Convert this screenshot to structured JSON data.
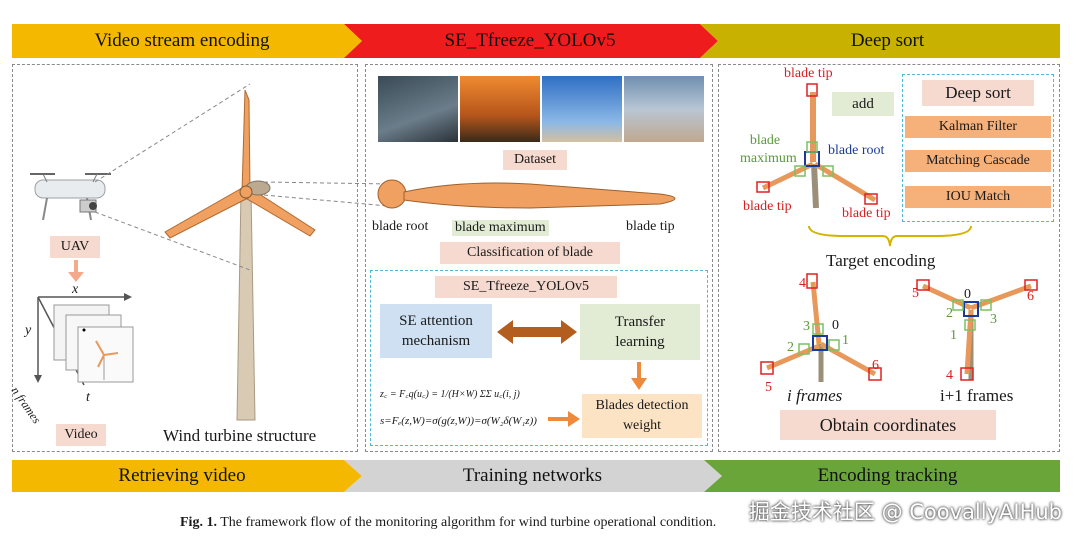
{
  "top_banners": {
    "video_stream_encoding": "Video stream encoding",
    "se_tfreeze_yolov5": "SE_Tfreeze_YOLOv5",
    "deep_sort": "Deep sort"
  },
  "bottom_banners": {
    "retrieving_video": "Retrieving video",
    "training_networks": "Training networks",
    "encoding_tracking": "Encoding tracking"
  },
  "left_panel": {
    "uav": "UAV",
    "axis_x": "x",
    "axis_y": "y",
    "axis_t": "t",
    "n_frames": "n frames",
    "video": "Video",
    "wind_turbine_structure": "Wind turbine structure"
  },
  "middle_panel": {
    "dataset": "Dataset",
    "blade_root": "blade root",
    "blade_maximum": "blade maximum",
    "blade_tip": "blade tip",
    "classification_of_blade": "Classification of blade",
    "model_title": "SE_Tfreeze_YOLOv5",
    "se_attention": "SE attention mechanism",
    "transfer_learning": "Transfer learning",
    "blades_detection_weight": "Blades detection weight",
    "formula_1": "z꜀ = F꜀q(u꜀) = 1/(H×W) ΣΣ u꜀(i, j)",
    "formula_2": "s=Fₑ(z,W)=σ(g(z,W))=σ(W₂δ(W₁z))"
  },
  "right_panel": {
    "blade_tip": "blade tip",
    "blade_maximum": "blade maximum",
    "blade_root": "blade root",
    "add": "add",
    "deep_sort": "Deep sort",
    "kalman_filter": "Kalman Filter",
    "matching_cascade": "Matching Cascade",
    "iou_match": "IOU Match",
    "target_encoding": "Target encoding",
    "i_frames": "i frames",
    "i1_frames": "i+1 frames",
    "obtain_coordinates": "Obtain coordinates",
    "num_0": "0",
    "num_1": "1",
    "num_2": "2",
    "num_3": "3",
    "num_4": "4",
    "num_5": "5",
    "num_6": "6"
  },
  "caption": {
    "fig": "Fig. 1.",
    "text": "The framework flow of the monitoring algorithm for wind turbine operational condition."
  },
  "watermark": "掘金技术社区 @ CoovallyAIHub",
  "colors": {
    "yellow": "#f5b800",
    "red": "#ee1c1c",
    "olive": "#c9b100",
    "gray": "#d3d3d3",
    "green": "#6aa53a",
    "blade_orange": "#f0a060"
  }
}
